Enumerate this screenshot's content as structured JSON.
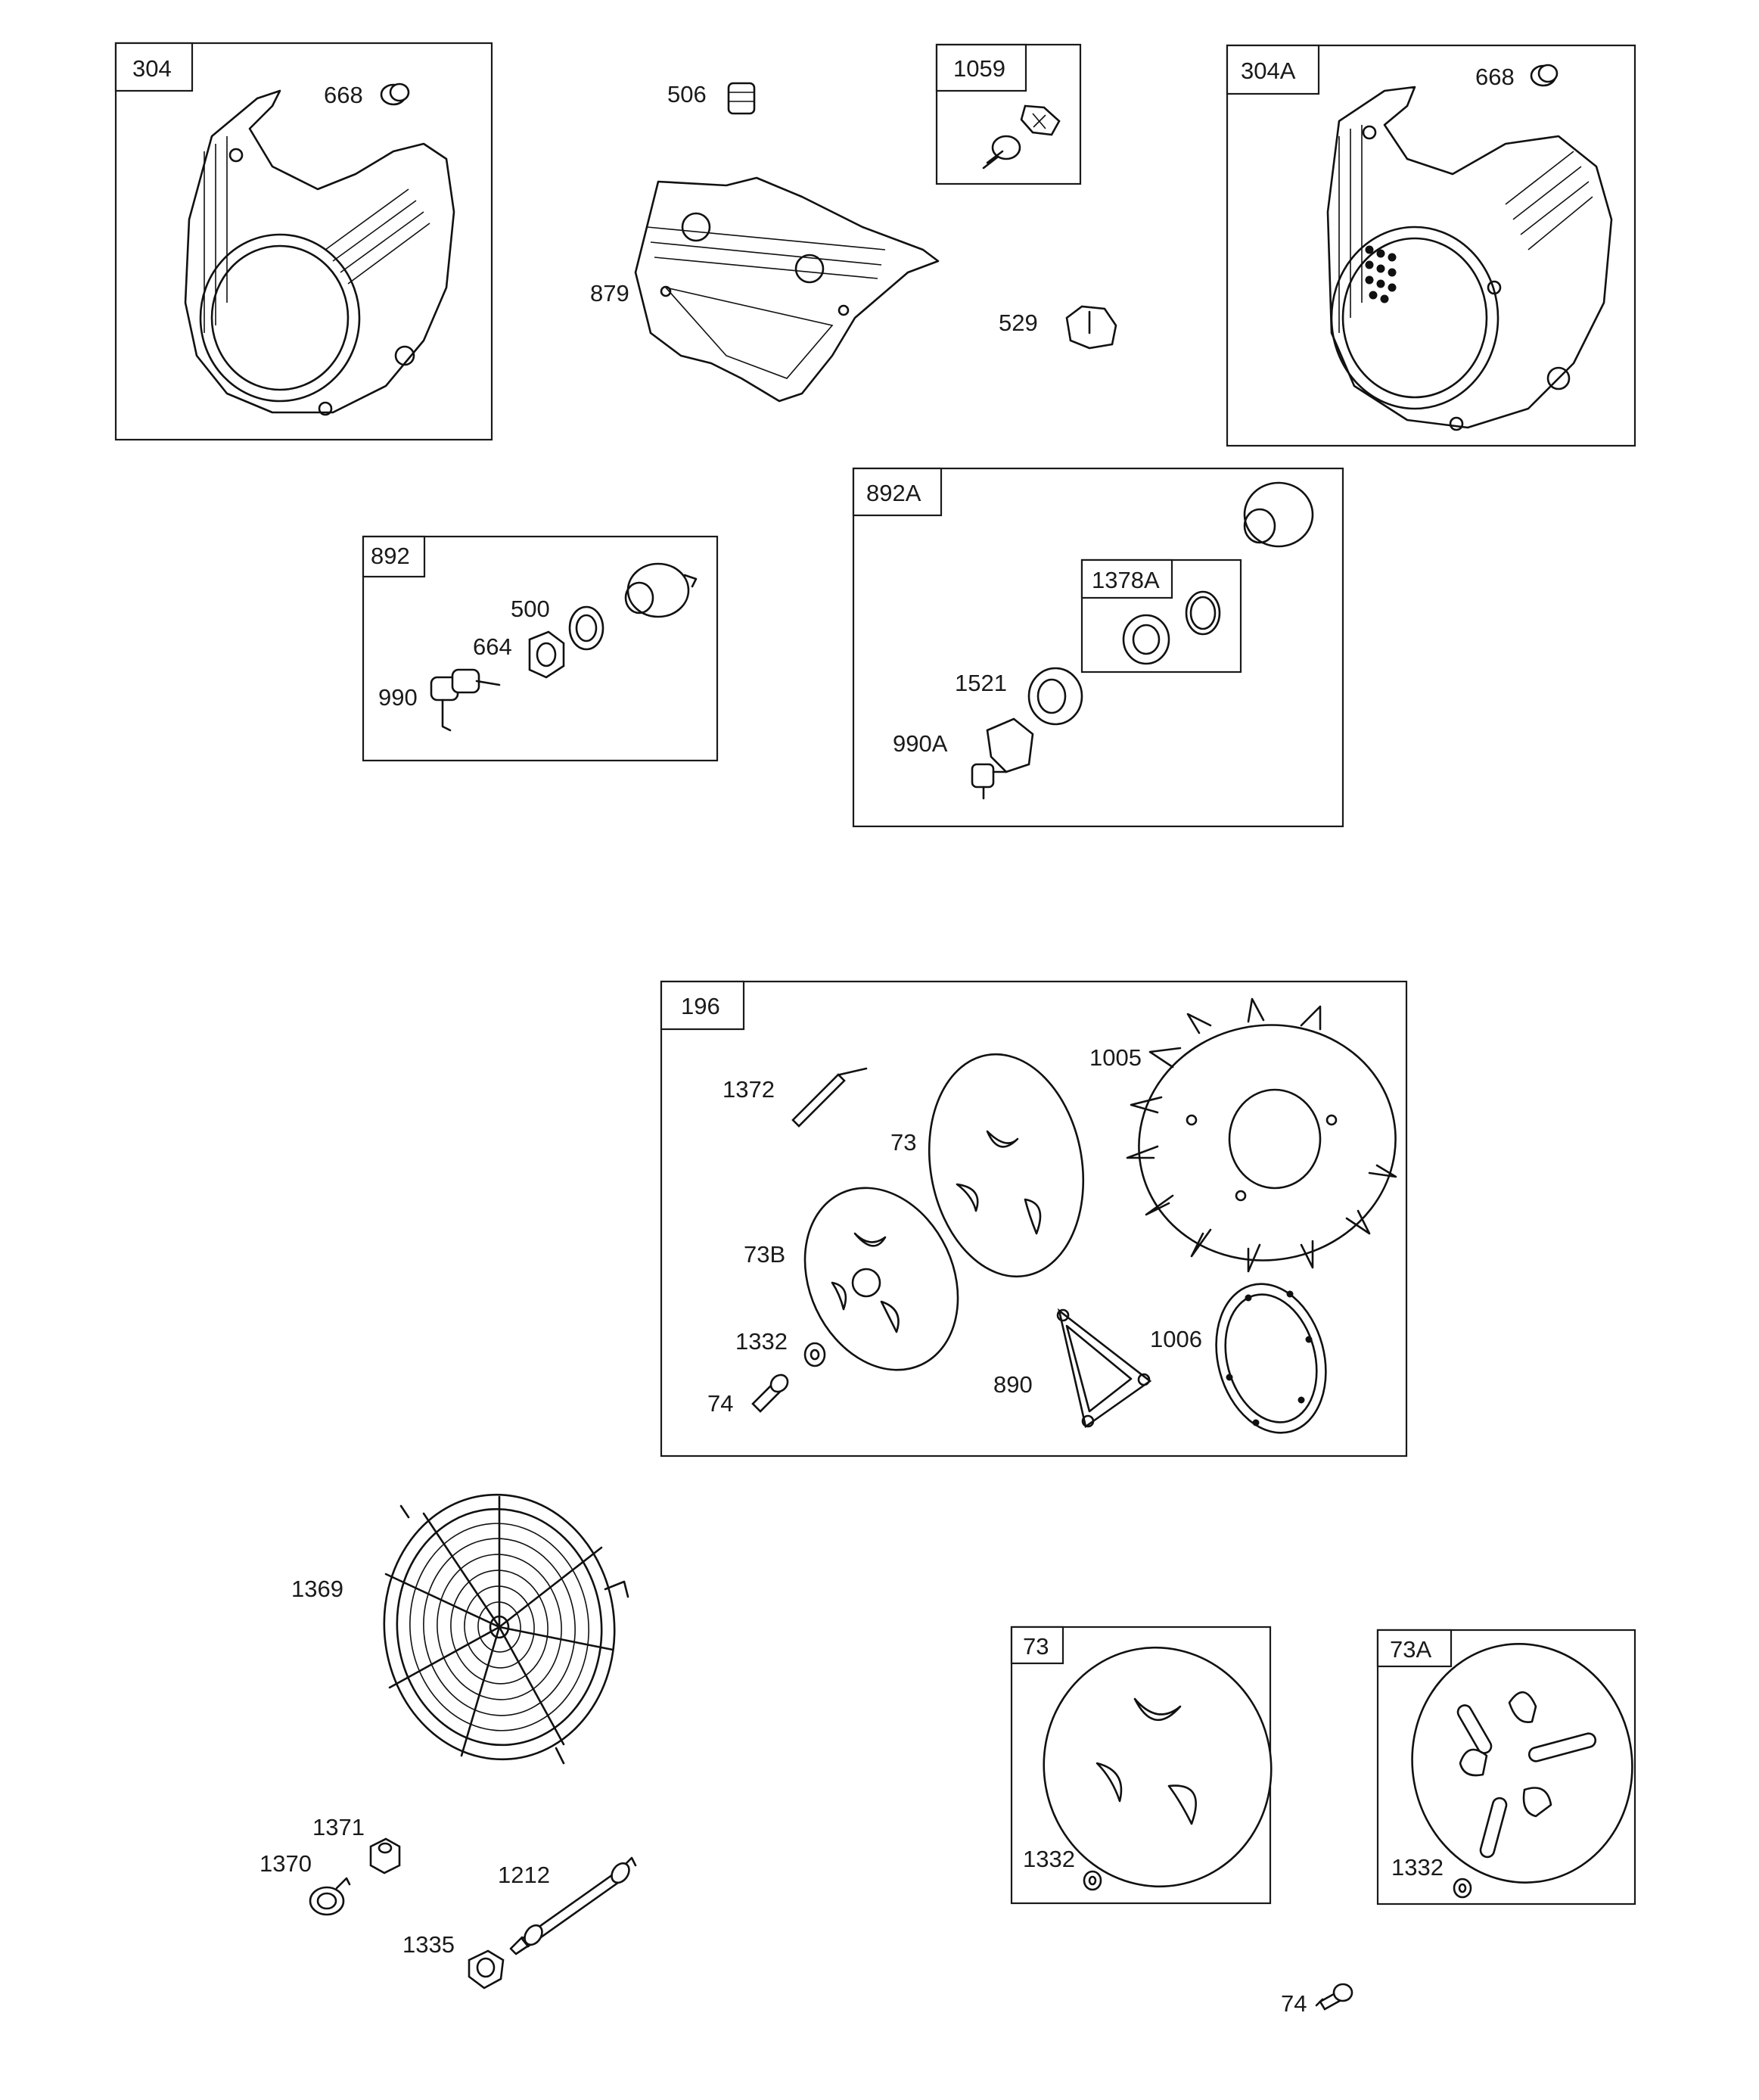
{
  "boxes": {
    "b304": "304",
    "b1059": "1059",
    "b304A": "304A",
    "b892": "892",
    "b892A": "892A",
    "b1378A": "1378A",
    "b196": "196",
    "b73": "73",
    "b73A": "73A"
  },
  "callouts": {
    "c668a": "668",
    "c506": "506",
    "c668b": "668",
    "c879": "879",
    "c529": "529",
    "c500": "500",
    "c664": "664",
    "c990": "990",
    "c1521": "1521",
    "c990A": "990A",
    "c1005": "1005",
    "c1372": "1372",
    "c73a": "73",
    "c73B": "73B",
    "c1332a": "1332",
    "c74a": "74",
    "c890": "890",
    "c1006": "1006",
    "c1369": "1369",
    "c1371": "1371",
    "c1370": "1370",
    "c1212": "1212",
    "c1335": "1335",
    "c1332b": "1332",
    "c1332c": "1332",
    "c74b": "74"
  }
}
